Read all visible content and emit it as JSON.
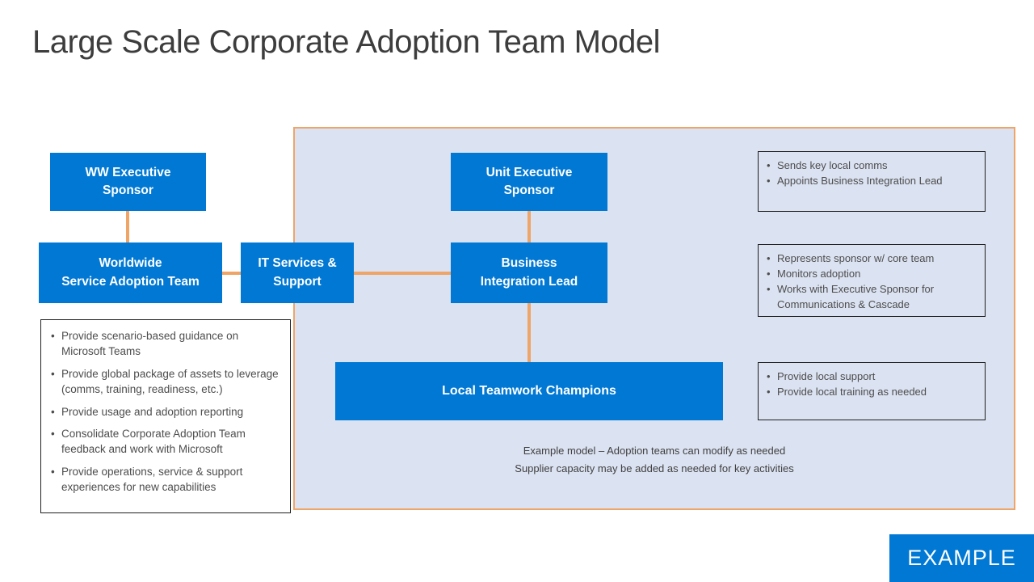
{
  "slide": {
    "title": "Large Scale Corporate Adoption Team Model",
    "example_badge": "EXAMPLE"
  },
  "colors": {
    "node_blue": "#0078d4",
    "connector_orange": "#efa468",
    "panel_fill": "#dbe2f1"
  },
  "nodes": {
    "ww_exec_sponsor": {
      "label": "WW Executive\nSponsor"
    },
    "worldwide_service_adoption_team": {
      "label": "Worldwide\nService Adoption Team"
    },
    "it_services_support": {
      "label": "IT Services &\nSupport"
    },
    "unit_exec_sponsor": {
      "label": "Unit Executive\nSponsor"
    },
    "business_integration_lead": {
      "label": "Business\nIntegration Lead"
    },
    "local_teamwork_champions": {
      "label": "Local Teamwork Champions"
    }
  },
  "notes": {
    "unit_exec": {
      "items": [
        "Sends key local comms",
        "Appoints Business Integration Lead"
      ]
    },
    "bil": {
      "items": [
        "Represents sponsor w/ core team",
        "Monitors adoption",
        "Works with Executive Sponsor for Communications & Cascade"
      ]
    },
    "ltc": {
      "items": [
        "Provide local support",
        "Provide local training as needed"
      ]
    },
    "wsat": {
      "items": [
        "Provide scenario-based guidance on Microsoft Teams",
        "Provide global package of assets to leverage (comms, training, readiness, etc.)",
        "Provide usage and adoption reporting",
        "Consolidate Corporate Adoption Team feedback and work with Microsoft",
        "Provide operations, service & support experiences for new capabilities"
      ]
    }
  },
  "footer": {
    "line1": "Example model – Adoption teams can modify as needed",
    "line2": "Supplier capacity may be added as needed for key activities"
  }
}
